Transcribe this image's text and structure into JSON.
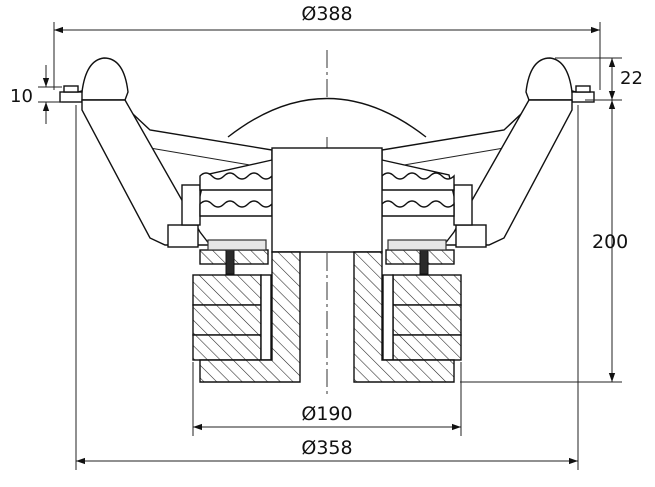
{
  "dimensions": {
    "outer_diameter": "Ø388",
    "flange_thickness": "22",
    "mount_offset": "10",
    "overall_depth": "200",
    "magnet_diameter": "Ø190",
    "cutout_diameter": "Ø358"
  }
}
